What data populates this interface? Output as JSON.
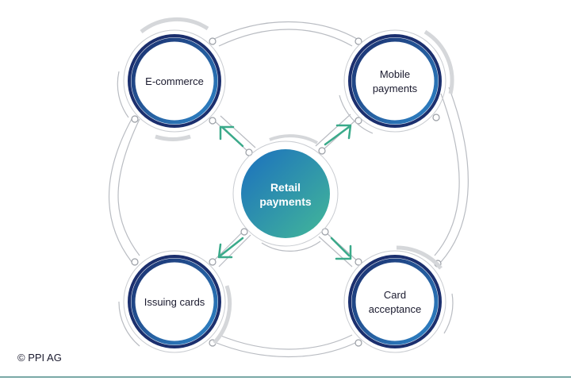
{
  "diagram": {
    "center": {
      "line1": "Retail",
      "line2": "payments"
    },
    "nodes": {
      "ecommerce": {
        "line1": "E-commerce"
      },
      "mobile": {
        "line1": "Mobile",
        "line2": "payments"
      },
      "issuing": {
        "line1": "Issuing cards"
      },
      "acceptance": {
        "line1": "Card",
        "line2": "acceptance"
      }
    }
  },
  "footer": {
    "copyright": "© PPI AG"
  },
  "colors": {
    "ring_dark": "#1b2f6e",
    "ring_mid": "#1f5fae",
    "ring_light": "#2e86c9",
    "connector": "#b9bcc2",
    "arc_light": "#d5d7da",
    "arrow": "#3aaa8a",
    "center_gradient_start": "#1b78bf",
    "center_gradient_end": "#3fb59a",
    "rule": "#7aa9a6"
  }
}
